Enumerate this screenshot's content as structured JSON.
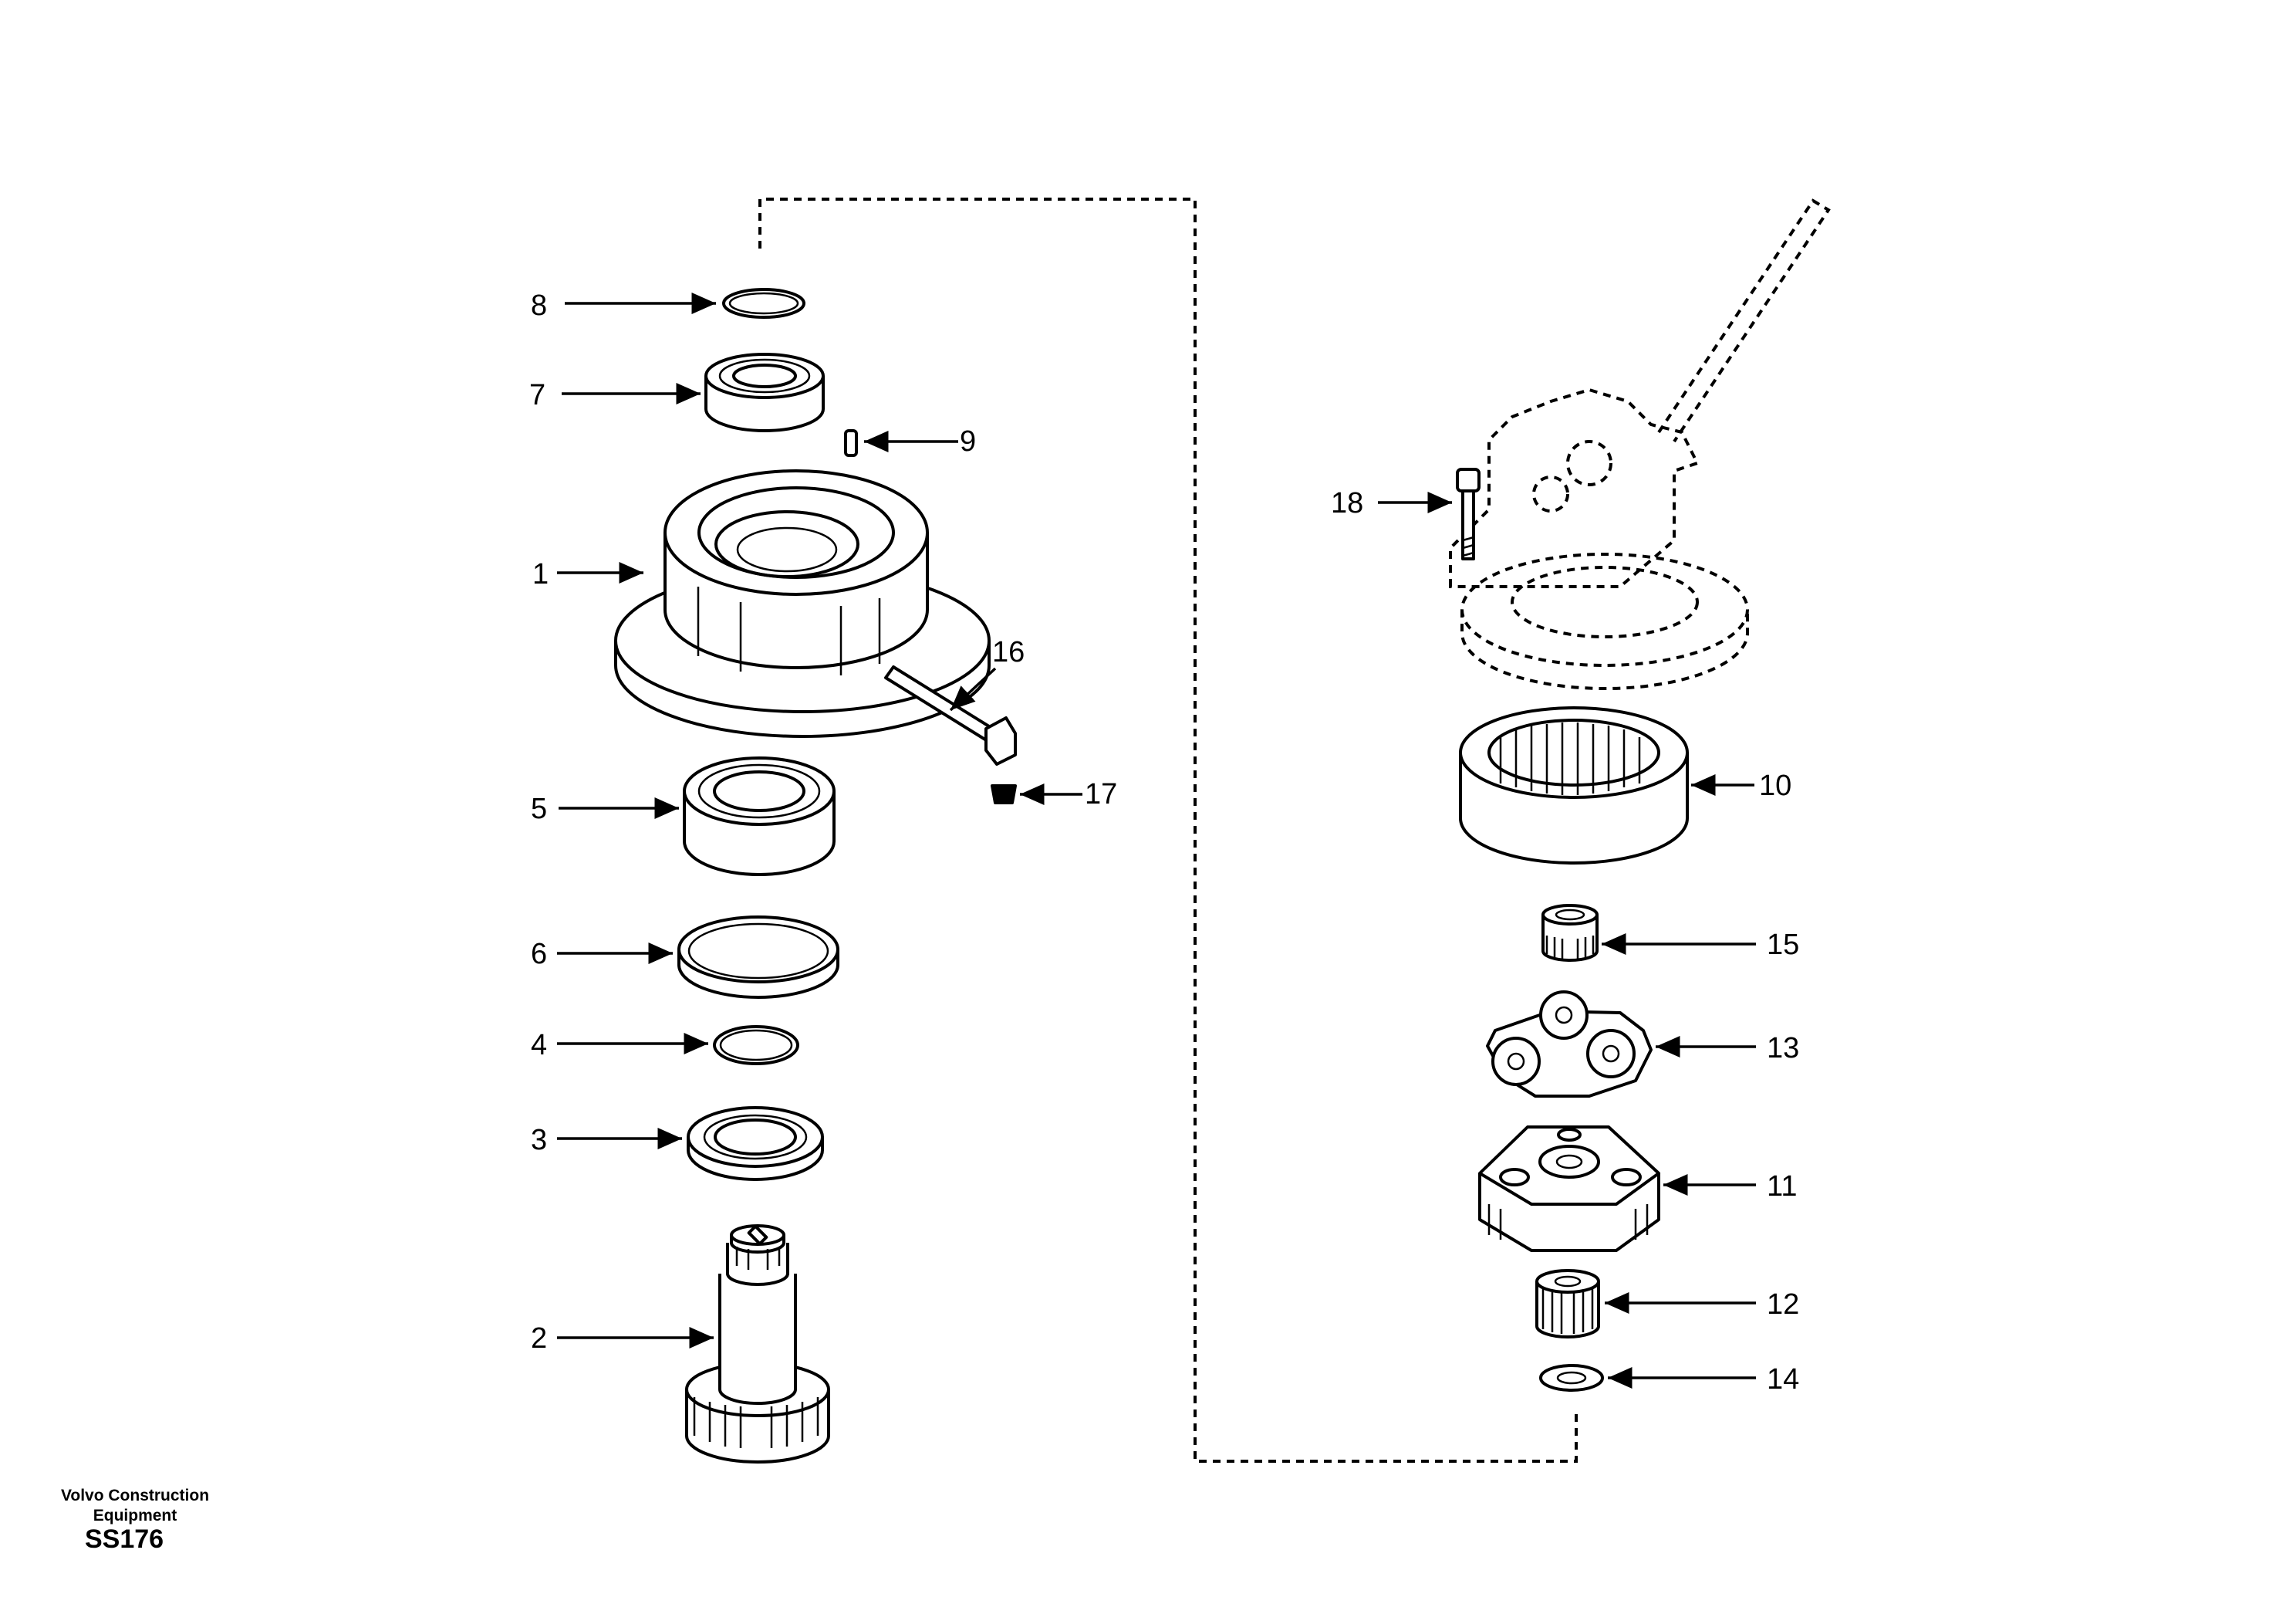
{
  "callouts": {
    "c1": "1",
    "c2": "2",
    "c3": "3",
    "c4": "4",
    "c5": "5",
    "c6": "6",
    "c7": "7",
    "c8": "8",
    "c9": "9",
    "c10": "10",
    "c11": "11",
    "c12": "12",
    "c13": "13",
    "c14": "14",
    "c15": "15",
    "c16": "16",
    "c17": "17",
    "c18": "18"
  },
  "footer": {
    "company": "Volvo Construction Equipment",
    "code": "SS176"
  }
}
